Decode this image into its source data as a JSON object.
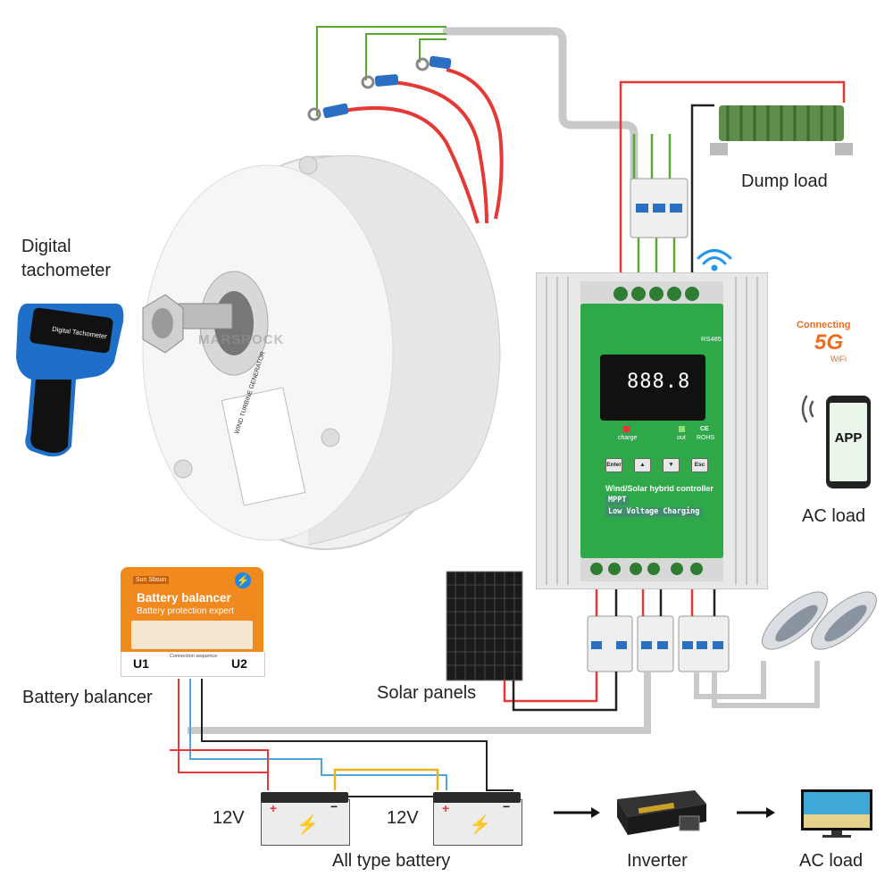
{
  "labels": {
    "digital_tachometer_line1": "Digital",
    "digital_tachometer_line2": "tachometer",
    "dump_load": "Dump load",
    "ac_load_top": "AC load",
    "battery_balancer": "Battery balancer",
    "solar_panels": "Solar panels",
    "all_type_battery": "All type battery",
    "inverter": "Inverter",
    "ac_load_bottom": "AC load",
    "battery_1_voltage": "12V",
    "battery_2_voltage": "12V"
  },
  "wifi_badge": {
    "top": "Connecting",
    "big": "5G",
    "bottom": "WiFi"
  },
  "phone": {
    "app": "APP"
  },
  "controller": {
    "rs485": "RS485",
    "lcd": "888.8",
    "charge": "charge",
    "out": "out",
    "rohs": "ROHS",
    "ce": "CE",
    "btn_enter": "Enter",
    "btn_esc": "Esc",
    "title": "Wind/Solar hybrid controller",
    "tag_mppt": "MPPT",
    "tag_low": "Low Voltage Charging"
  },
  "balancer": {
    "brand": "Sun Sbsun",
    "title": "Battery balancer",
    "subtitle": "Battery protection expert",
    "u1": "U1",
    "u2": "U2",
    "sequence": "Connection sequence"
  },
  "generator": {
    "watermark": "MARSROCK",
    "plate": "WIND TURBINE GENERATOR"
  },
  "tacho_screen": "Digital Tachometer",
  "colors": {
    "wire_red": "#e53935",
    "wire_green": "#5aa832",
    "wire_black": "#222222",
    "wire_grey": "#c9c9c9",
    "wire_blue": "#4fa3e0",
    "wire_yellow": "#e8b321",
    "controller_green": "#2fa84a",
    "balancer_orange": "#f08a1f",
    "wifi_orange": "#f26b1d"
  }
}
